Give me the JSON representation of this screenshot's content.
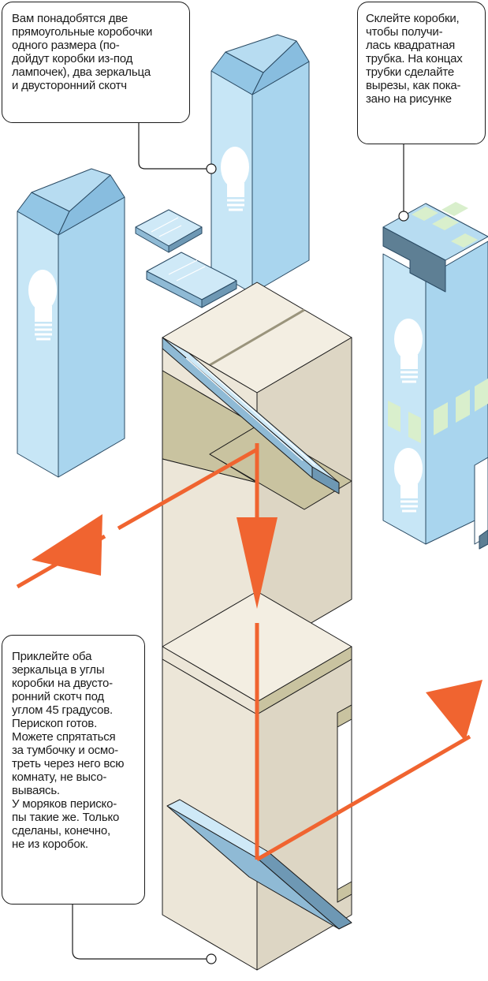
{
  "callouts": {
    "materials": {
      "lines": [
        "Вам понадобятся две",
        "прямоугольные коробочки",
        "одного размера (по-",
        "дойдут коробки из-под",
        "лампочек), два зеркальца",
        "и двусторонний скотч"
      ]
    },
    "glue": {
      "lines": [
        "Склейте коробки,",
        "чтобы получи-",
        "лась квадратная",
        "трубка. На концах",
        "трубки сделайте",
        "вырезы, как пока-",
        "зано на рисунке"
      ]
    },
    "mirrors": {
      "lines": [
        "Приклейте оба",
        "зеркальца в углы",
        "коробки на двусто-",
        "ронний скотч под",
        "углом 45 градусов.",
        "Перископ готов.",
        "Можете спрятаться",
        "за тумбочку и осмо-",
        "треть через него всю",
        "комнату, не высо-",
        "вываясь.",
        "У моряков периско-",
        "пы такие же. Только",
        "сделаны, конечно,",
        "не из коробок."
      ]
    }
  },
  "colors": {
    "box_front": "#c7e6f6",
    "box_side": "#a9d5ee",
    "box_top": "#88bddf",
    "bulb": "#ffffff",
    "mirror_glass": "#cfe9f7",
    "mirror_edge": "#6e98b4",
    "cardboard_front": "#ece6d8",
    "cardboard_side": "#ddd6c4",
    "cardboard_inner": "#c9c3a0",
    "dark_slot": "#5e7f94",
    "arrow": "#f06430",
    "tape": "#d9efcc",
    "outline": "#1a1a1a"
  },
  "icons": [
    "light-bulb-icon",
    "light-bulb-icon",
    "light-bulb-icon",
    "light-bulb-icon",
    "light-bulb-icon"
  ]
}
